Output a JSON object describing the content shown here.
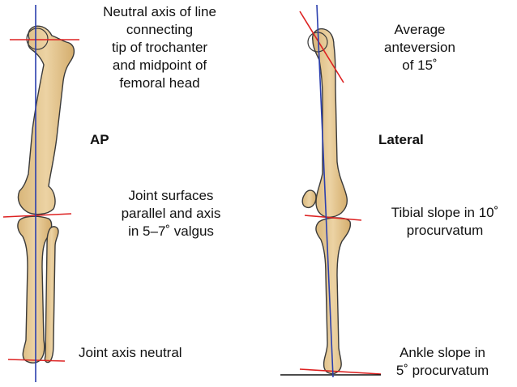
{
  "labels": {
    "femoral_axis": {
      "lines": [
        "Neutral axis of line",
        "connecting",
        "tip of trochanter",
        "and midpoint of",
        "femoral head"
      ]
    },
    "ap_view": "AP",
    "lateral_view": "Lateral",
    "anteversion": {
      "lines": [
        "Average",
        "anteversion",
        "of 15˚"
      ]
    },
    "knee_joint": {
      "lines": [
        "Joint surfaces",
        "parallel and axis",
        "in 5–7˚ valgus"
      ]
    },
    "tibial_slope": {
      "lines": [
        "Tibial slope in 10˚",
        "procurvatum"
      ]
    },
    "ankle_joint": "Joint axis neutral",
    "ankle_slope": {
      "lines": [
        "Ankle slope in",
        "5˚ procurvatum"
      ]
    }
  },
  "colors": {
    "bone_fill": "#e3c48e",
    "bone_stroke": "#3a3a3a",
    "axis_line": "#2b3fae",
    "reference_line": "#dd2222",
    "ground_line": "#111111"
  }
}
